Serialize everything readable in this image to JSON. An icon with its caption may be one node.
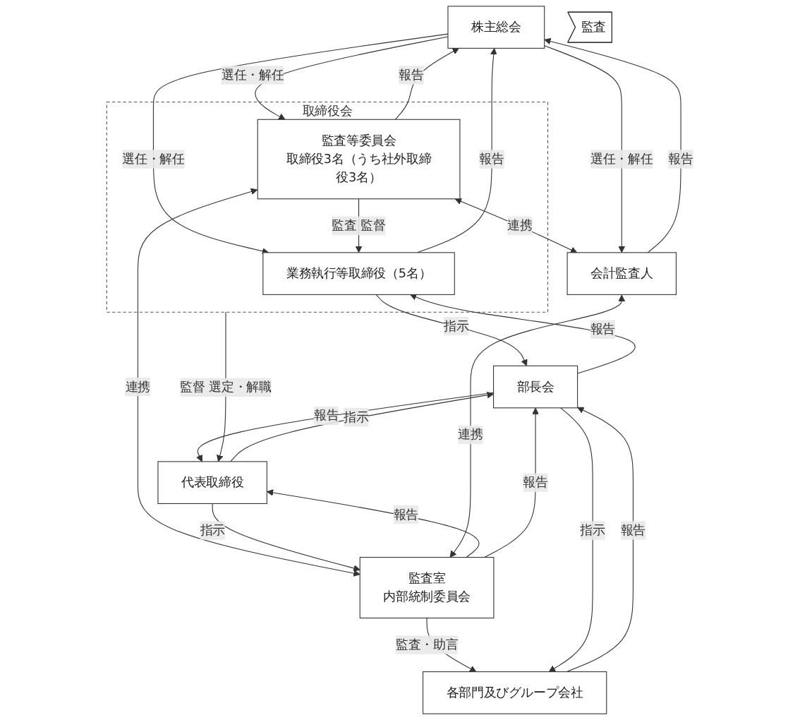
{
  "diagram": {
    "nodes": [
      {
        "text": [
          "株主総会"
        ]
      },
      {
        "text": [
          "取締役会"
        ]
      },
      {
        "text": [
          "業務執行等取締役（5名）"
        ],
        "in": 1
      },
      {
        "text": [
          "監査等委員会",
          "取締役3名（うち社外取締役3名）"
        ],
        "in": 1
      },
      {
        "text": [
          "会計監査人"
        ]
      },
      {
        "text": [
          "代表取締役"
        ]
      },
      {
        "text": [
          "監査室",
          "内部統制委員会"
        ]
      },
      {
        "text": [
          "部長会"
        ]
      },
      {
        "text": [
          "各部門及びグループ会社"
        ]
      },
      {
        "text": [
          "監査"
        ]
      }
    ],
    "edges": [
      {
        "from": 0,
        "to": 2,
        "arrow": "to",
        "label": "選任・解任"
      },
      {
        "from": 2,
        "to": 0,
        "arrow": "to",
        "label": "報告"
      },
      {
        "from": 0,
        "to": 3,
        "arrow": "to",
        "label": "選任・解任"
      },
      {
        "from": 3,
        "to": 0,
        "arrow": "to",
        "label": "報告"
      },
      {
        "from": 0,
        "to": 4,
        "arrow": "to",
        "label": "選任・解任"
      },
      {
        "from": 4,
        "to": 0,
        "arrow": "to",
        "label": "報告"
      },
      {
        "from": 3,
        "to": 2,
        "arrow": "to",
        "label": "監査 監督"
      },
      {
        "from": 3,
        "to": 4,
        "arrow": "both",
        "label": "連携"
      },
      {
        "from": 2,
        "to": 7,
        "arrow": "to",
        "label": "指示"
      },
      {
        "from": 7,
        "to": 2,
        "arrow": "to",
        "label": "報告"
      },
      {
        "from": 1,
        "to": 5,
        "arrow": "to",
        "label": "監督 選定・解職"
      },
      {
        "from": 3,
        "to": 6,
        "arrow": "both",
        "label": "連携"
      },
      {
        "from": 5,
        "to": 6,
        "arrow": "to",
        "label": "指示"
      },
      {
        "from": 6,
        "to": 5,
        "arrow": "to",
        "label": "報告"
      },
      {
        "from": 4,
        "to": 6,
        "arrow": "both",
        "label": "連携"
      },
      {
        "from": 5,
        "to": 7,
        "arrow": "to",
        "label": "指示"
      },
      {
        "from": 7,
        "to": 5,
        "arrow": "to",
        "label": "報告"
      },
      {
        "from": 6,
        "to": 7,
        "arrow": "to",
        "label": "報告"
      },
      {
        "from": 6,
        "to": 8,
        "arrow": "to",
        "label": "監査・助言"
      },
      {
        "from": 7,
        "to": 8,
        "arrow": "to",
        "label": "指示"
      },
      {
        "from": 8,
        "to": 7,
        "arrow": "to",
        "label": "報告"
      }
    ]
  }
}
